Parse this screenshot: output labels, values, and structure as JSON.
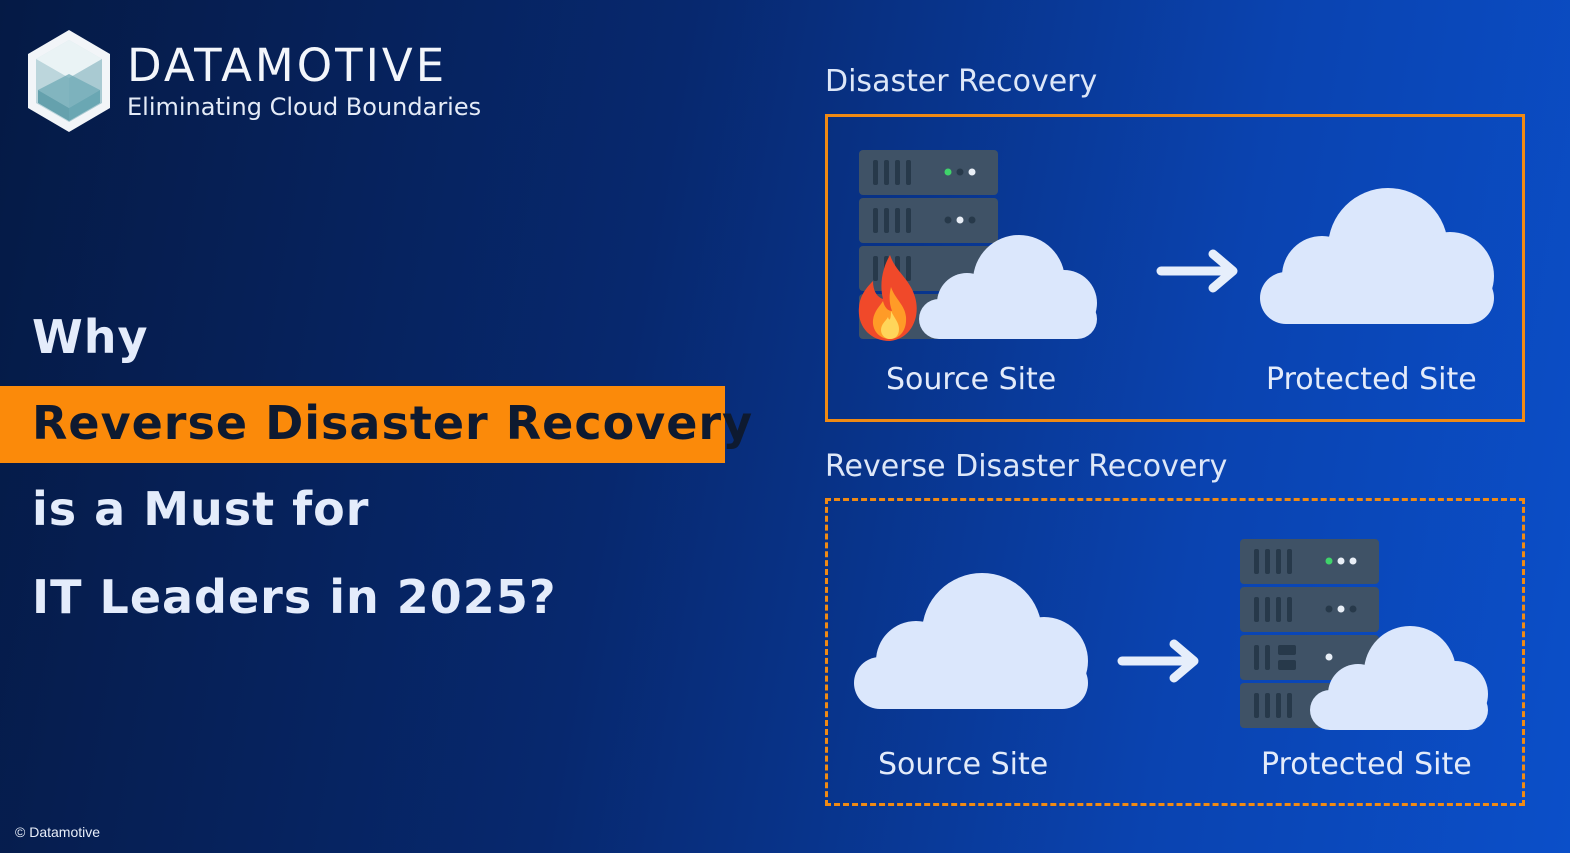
{
  "brand": {
    "name": "DATAMOTIVE",
    "tagline": "Eliminating Cloud Boundaries"
  },
  "headline": {
    "line1": "Why",
    "highlight": "Reverse Disaster Recovery",
    "line3": "is a Must for",
    "line4": "IT Leaders in 2025?"
  },
  "diagrams": {
    "disaster_recovery": {
      "title": "Disaster Recovery",
      "source_label": "Source Site",
      "target_label": "Protected Site"
    },
    "reverse_disaster_recovery": {
      "title": "Reverse Disaster Recovery",
      "source_label": "Source Site",
      "target_label": "Protected Site"
    }
  },
  "footer": {
    "copyright": "© Datamotive"
  },
  "colors": {
    "accent_orange": "#fb8a0a",
    "box_border": "#f08a14",
    "cloud": "#dbe7fc",
    "server": "#3f5266",
    "led_green": "#3fd36a"
  },
  "icons": [
    "logo-cube-icon",
    "server-rack-icon",
    "fire-icon",
    "cloud-icon",
    "arrow-right-icon"
  ]
}
